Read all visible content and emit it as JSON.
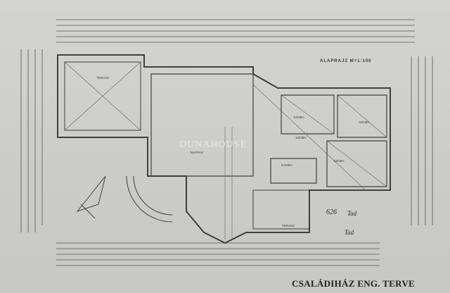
{
  "drawing": {
    "title": "CSALÁDIHÁZ ENG. TERVE",
    "scale_label": "ALAPRAJZ M=1:100",
    "watermark": "DUNAHOUSE",
    "rooms": [
      {
        "label": "TERASZ"
      },
      {
        "label": "SZOBA"
      },
      {
        "label": "SZOBA"
      },
      {
        "label": "SZOBA"
      },
      {
        "label": "SZOBA"
      },
      {
        "label": "NAPPALI"
      },
      {
        "label": "KAMRA"
      },
      {
        "label": "TERASZ"
      }
    ],
    "handwritten": {
      "number": "626",
      "note1": "Tad",
      "note2": "Tad"
    },
    "colors": {
      "paper": "#cdcecb",
      "ink": "#4a4a4a"
    }
  }
}
